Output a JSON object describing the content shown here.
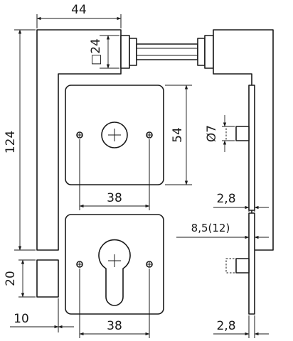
{
  "dimensions": {
    "width_44": "44",
    "square_24": "□24",
    "height_124": "124",
    "rose_height_54": "54",
    "diameter_7": "Ø7",
    "hole_spacing_top": "38",
    "thickness_top": "2,8",
    "offset_8_5": "8,5(12)",
    "height_20": "20",
    "width_10": "10",
    "hole_spacing_bottom": "38",
    "thickness_bottom": "2,8"
  }
}
